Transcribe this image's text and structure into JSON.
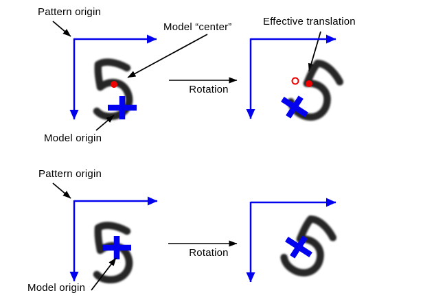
{
  "colors": {
    "background": "#FFFFFF",
    "axis": "#0202EE",
    "marker": "#EE0000",
    "ink": "#000000",
    "digit": "#262626"
  },
  "top_row": {
    "pattern_origin_label": "Pattern origin",
    "model_center_label": "Model “center”",
    "model_origin_label": "Model origin",
    "effective_translation_label": "Effective translation",
    "rotation_label": "Rotation",
    "digit_glyph": "5"
  },
  "bottom_row": {
    "pattern_origin_label": "Pattern origin",
    "model_origin_label": "Model origin",
    "rotation_label": "Rotation",
    "digit_glyph": "5"
  }
}
